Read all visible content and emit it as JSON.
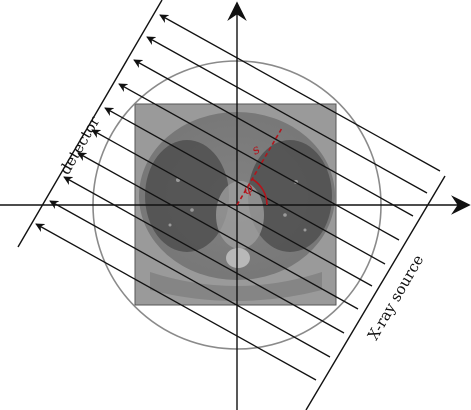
{
  "labels": {
    "detector": "detector",
    "source": "X-ray source",
    "offset": "s",
    "angle": "φ"
  },
  "colors": {
    "axes": "#111111",
    "rays": "#111111",
    "circle": "#8a8a8a",
    "square_fill": "#9a9a9a",
    "square_stroke": "#555555",
    "annotation": "#b3141b",
    "ct_dark": "#3e3e3e",
    "ct_mid": "#7c7c7c"
  },
  "icons": {
    "x_axis_arrow": "arrowhead-icon",
    "y_axis_arrow": "arrowhead-icon",
    "ray_arrow": "arrowhead-icon"
  }
}
